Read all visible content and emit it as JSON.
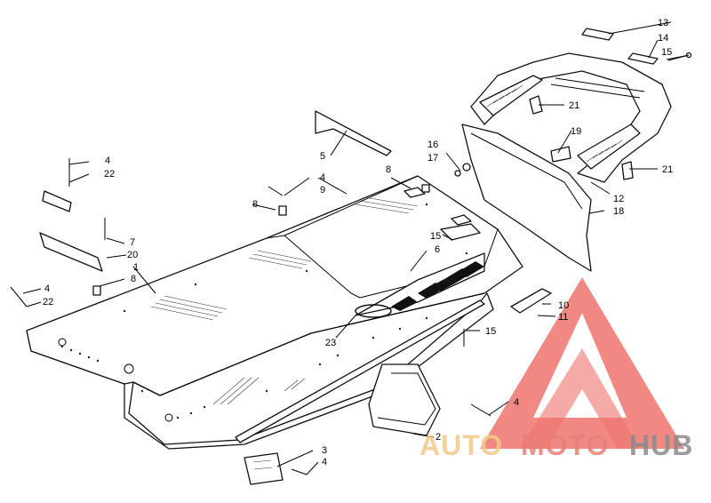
{
  "callouts": [
    {
      "id": "c13",
      "label": "13"
    },
    {
      "id": "c14",
      "label": "14"
    },
    {
      "id": "c15a",
      "label": "15"
    },
    {
      "id": "c21a",
      "label": "21"
    },
    {
      "id": "c19",
      "label": "19"
    },
    {
      "id": "c16",
      "label": "16"
    },
    {
      "id": "c17",
      "label": "17"
    },
    {
      "id": "c21b",
      "label": "21"
    },
    {
      "id": "c12",
      "label": "12"
    },
    {
      "id": "c18",
      "label": "18"
    },
    {
      "id": "c5",
      "label": "5"
    },
    {
      "id": "c8a",
      "label": "8"
    },
    {
      "id": "c4a",
      "label": "4"
    },
    {
      "id": "c9",
      "label": "9"
    },
    {
      "id": "c8b",
      "label": "8"
    },
    {
      "id": "c4b",
      "label": "4"
    },
    {
      "id": "c22a",
      "label": "22"
    },
    {
      "id": "c7",
      "label": "7"
    },
    {
      "id": "c20",
      "label": "20"
    },
    {
      "id": "c1",
      "label": "1"
    },
    {
      "id": "c8c",
      "label": "8"
    },
    {
      "id": "c4c",
      "label": "4"
    },
    {
      "id": "c22b",
      "label": "22"
    },
    {
      "id": "c15b",
      "label": "15"
    },
    {
      "id": "c6",
      "label": "6"
    },
    {
      "id": "c10",
      "label": "10"
    },
    {
      "id": "c11",
      "label": "11"
    },
    {
      "id": "c15c",
      "label": "15"
    },
    {
      "id": "c23",
      "label": "23"
    },
    {
      "id": "c4d",
      "label": "4"
    },
    {
      "id": "c2",
      "label": "2"
    },
    {
      "id": "c3",
      "label": "3"
    },
    {
      "id": "c4e",
      "label": "4"
    }
  ],
  "watermark": {
    "word_part1": "AUTO",
    "word_part2": "MOTO",
    "word_part3": "HUB",
    "colors": {
      "auto": "#f3c98a",
      "moto": "#e87f78",
      "hub": "#8a8a8a",
      "triangle": "#e8463d"
    }
  }
}
